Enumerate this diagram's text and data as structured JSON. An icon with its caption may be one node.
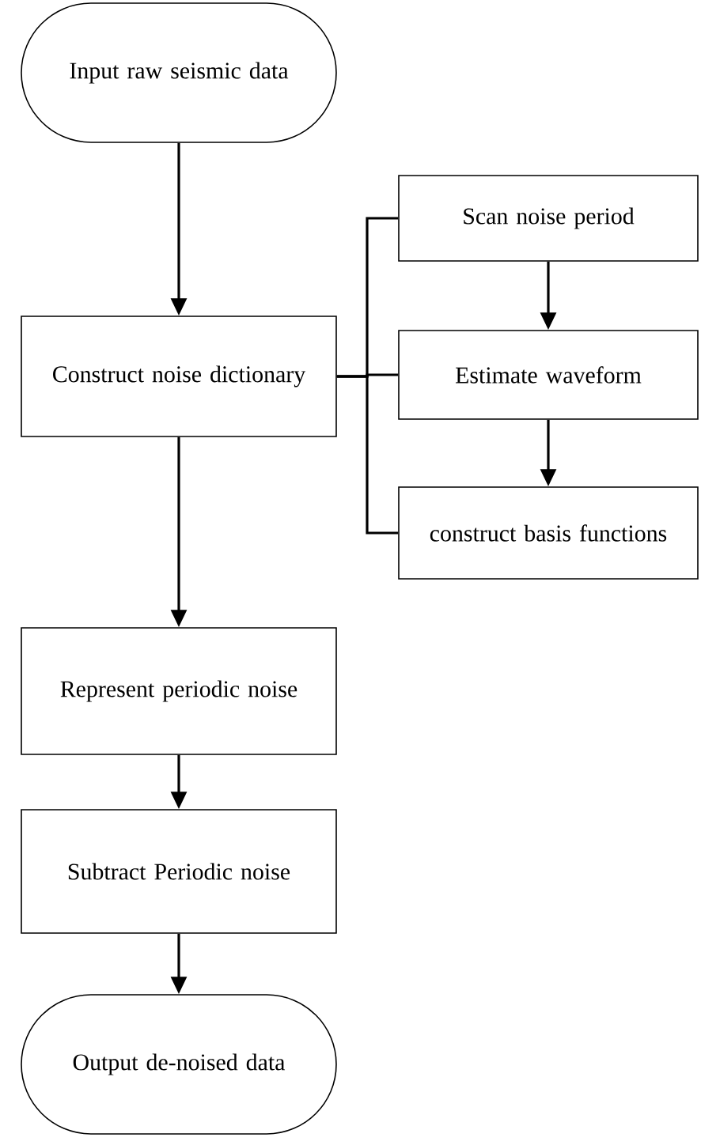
{
  "diagram": {
    "nodes": [
      {
        "text": [
          "Input raw seismic data"
        ]
      },
      {
        "text": [
          "Construct noise dictionary"
        ]
      },
      {
        "text": [
          "Scan noise period"
        ]
      },
      {
        "text": [
          "Estimate waveform"
        ]
      },
      {
        "text": [
          "construct basis functions"
        ]
      },
      {
        "text": [
          "Represent periodic noise"
        ]
      },
      {
        "text": [
          "Subtract Periodic noise"
        ]
      },
      {
        "text": [
          "Output de-noised data"
        ]
      }
    ],
    "edges": [
      {
        "from": 0,
        "to": 1,
        "arrow": "to"
      },
      {
        "from": 1,
        "to": 2,
        "arrow": "none"
      },
      {
        "from": 1,
        "to": 3,
        "arrow": "none"
      },
      {
        "from": 1,
        "to": 4,
        "arrow": "none"
      },
      {
        "from": 2,
        "to": 3,
        "arrow": "to"
      },
      {
        "from": 3,
        "to": 4,
        "arrow": "to"
      },
      {
        "from": 1,
        "to": 5,
        "arrow": "to"
      },
      {
        "from": 5,
        "to": 6,
        "arrow": "to"
      },
      {
        "from": 6,
        "to": 7,
        "arrow": "to"
      }
    ]
  }
}
